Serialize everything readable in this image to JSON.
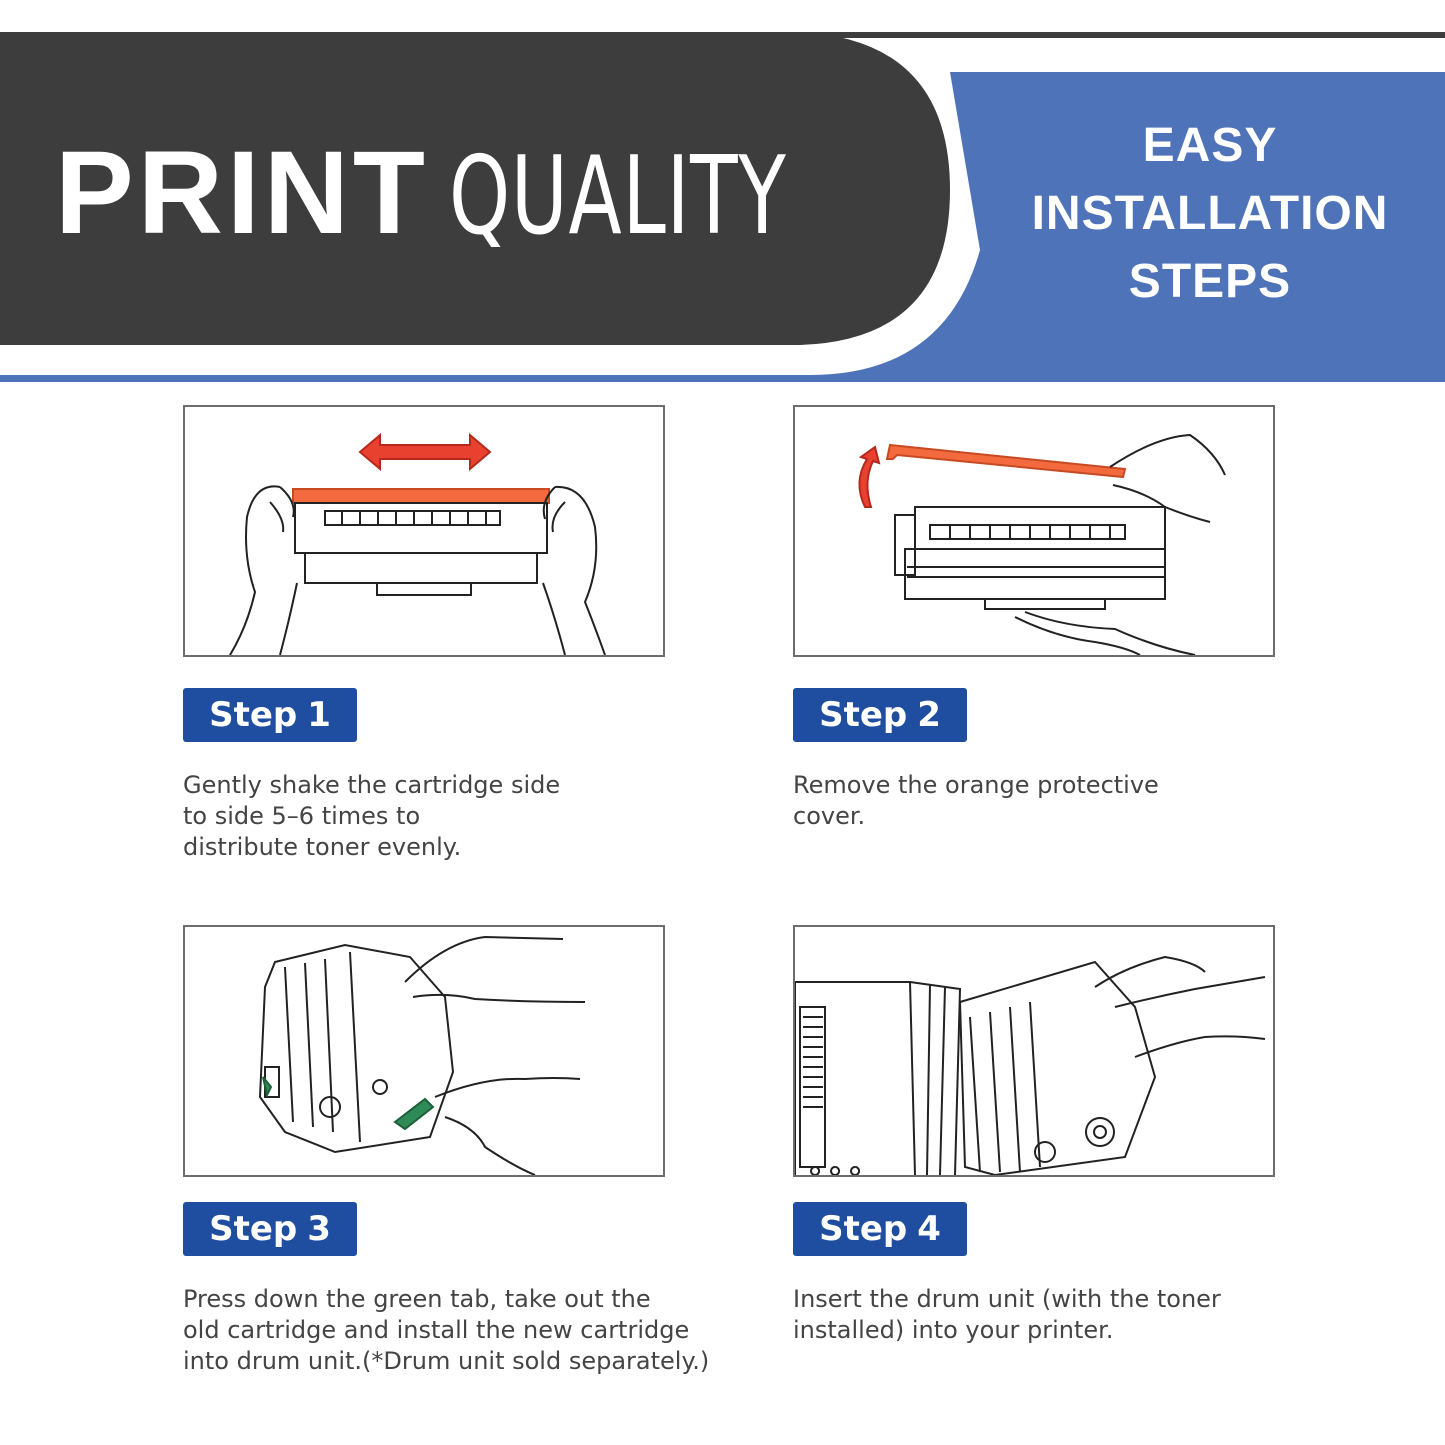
{
  "banner": {
    "title_bold": "PRINT",
    "title_light": "QUALITY",
    "subtitle_lines": [
      "EASY",
      "INSTALLATION",
      "STEPS"
    ],
    "colors": {
      "dark": "#3d3d3d",
      "blue": "#4f73b8",
      "badge": "#1f4ea0",
      "accent_orange": "#f26a3d",
      "accent_red": "#e8412f",
      "accent_green": "#2e8b57"
    }
  },
  "steps": [
    {
      "label": "Step",
      "number": "1",
      "lines": [
        "Gently shake the cartridge side",
        "to side 5–6 times to",
        "distribute toner evenly."
      ]
    },
    {
      "label": "Step",
      "number": "2",
      "lines": [
        "Remove the orange protective",
        "cover."
      ]
    },
    {
      "label": "Step",
      "number": "3",
      "lines": [
        "Press down the green tab, take out the",
        "old cartridge and install the new cartridge",
        "into drum unit.(*Drum unit sold separately.)"
      ]
    },
    {
      "label": "Step",
      "number": "4",
      "lines": [
        "Insert the drum unit (with the toner",
        "installed) into your printer."
      ]
    }
  ]
}
